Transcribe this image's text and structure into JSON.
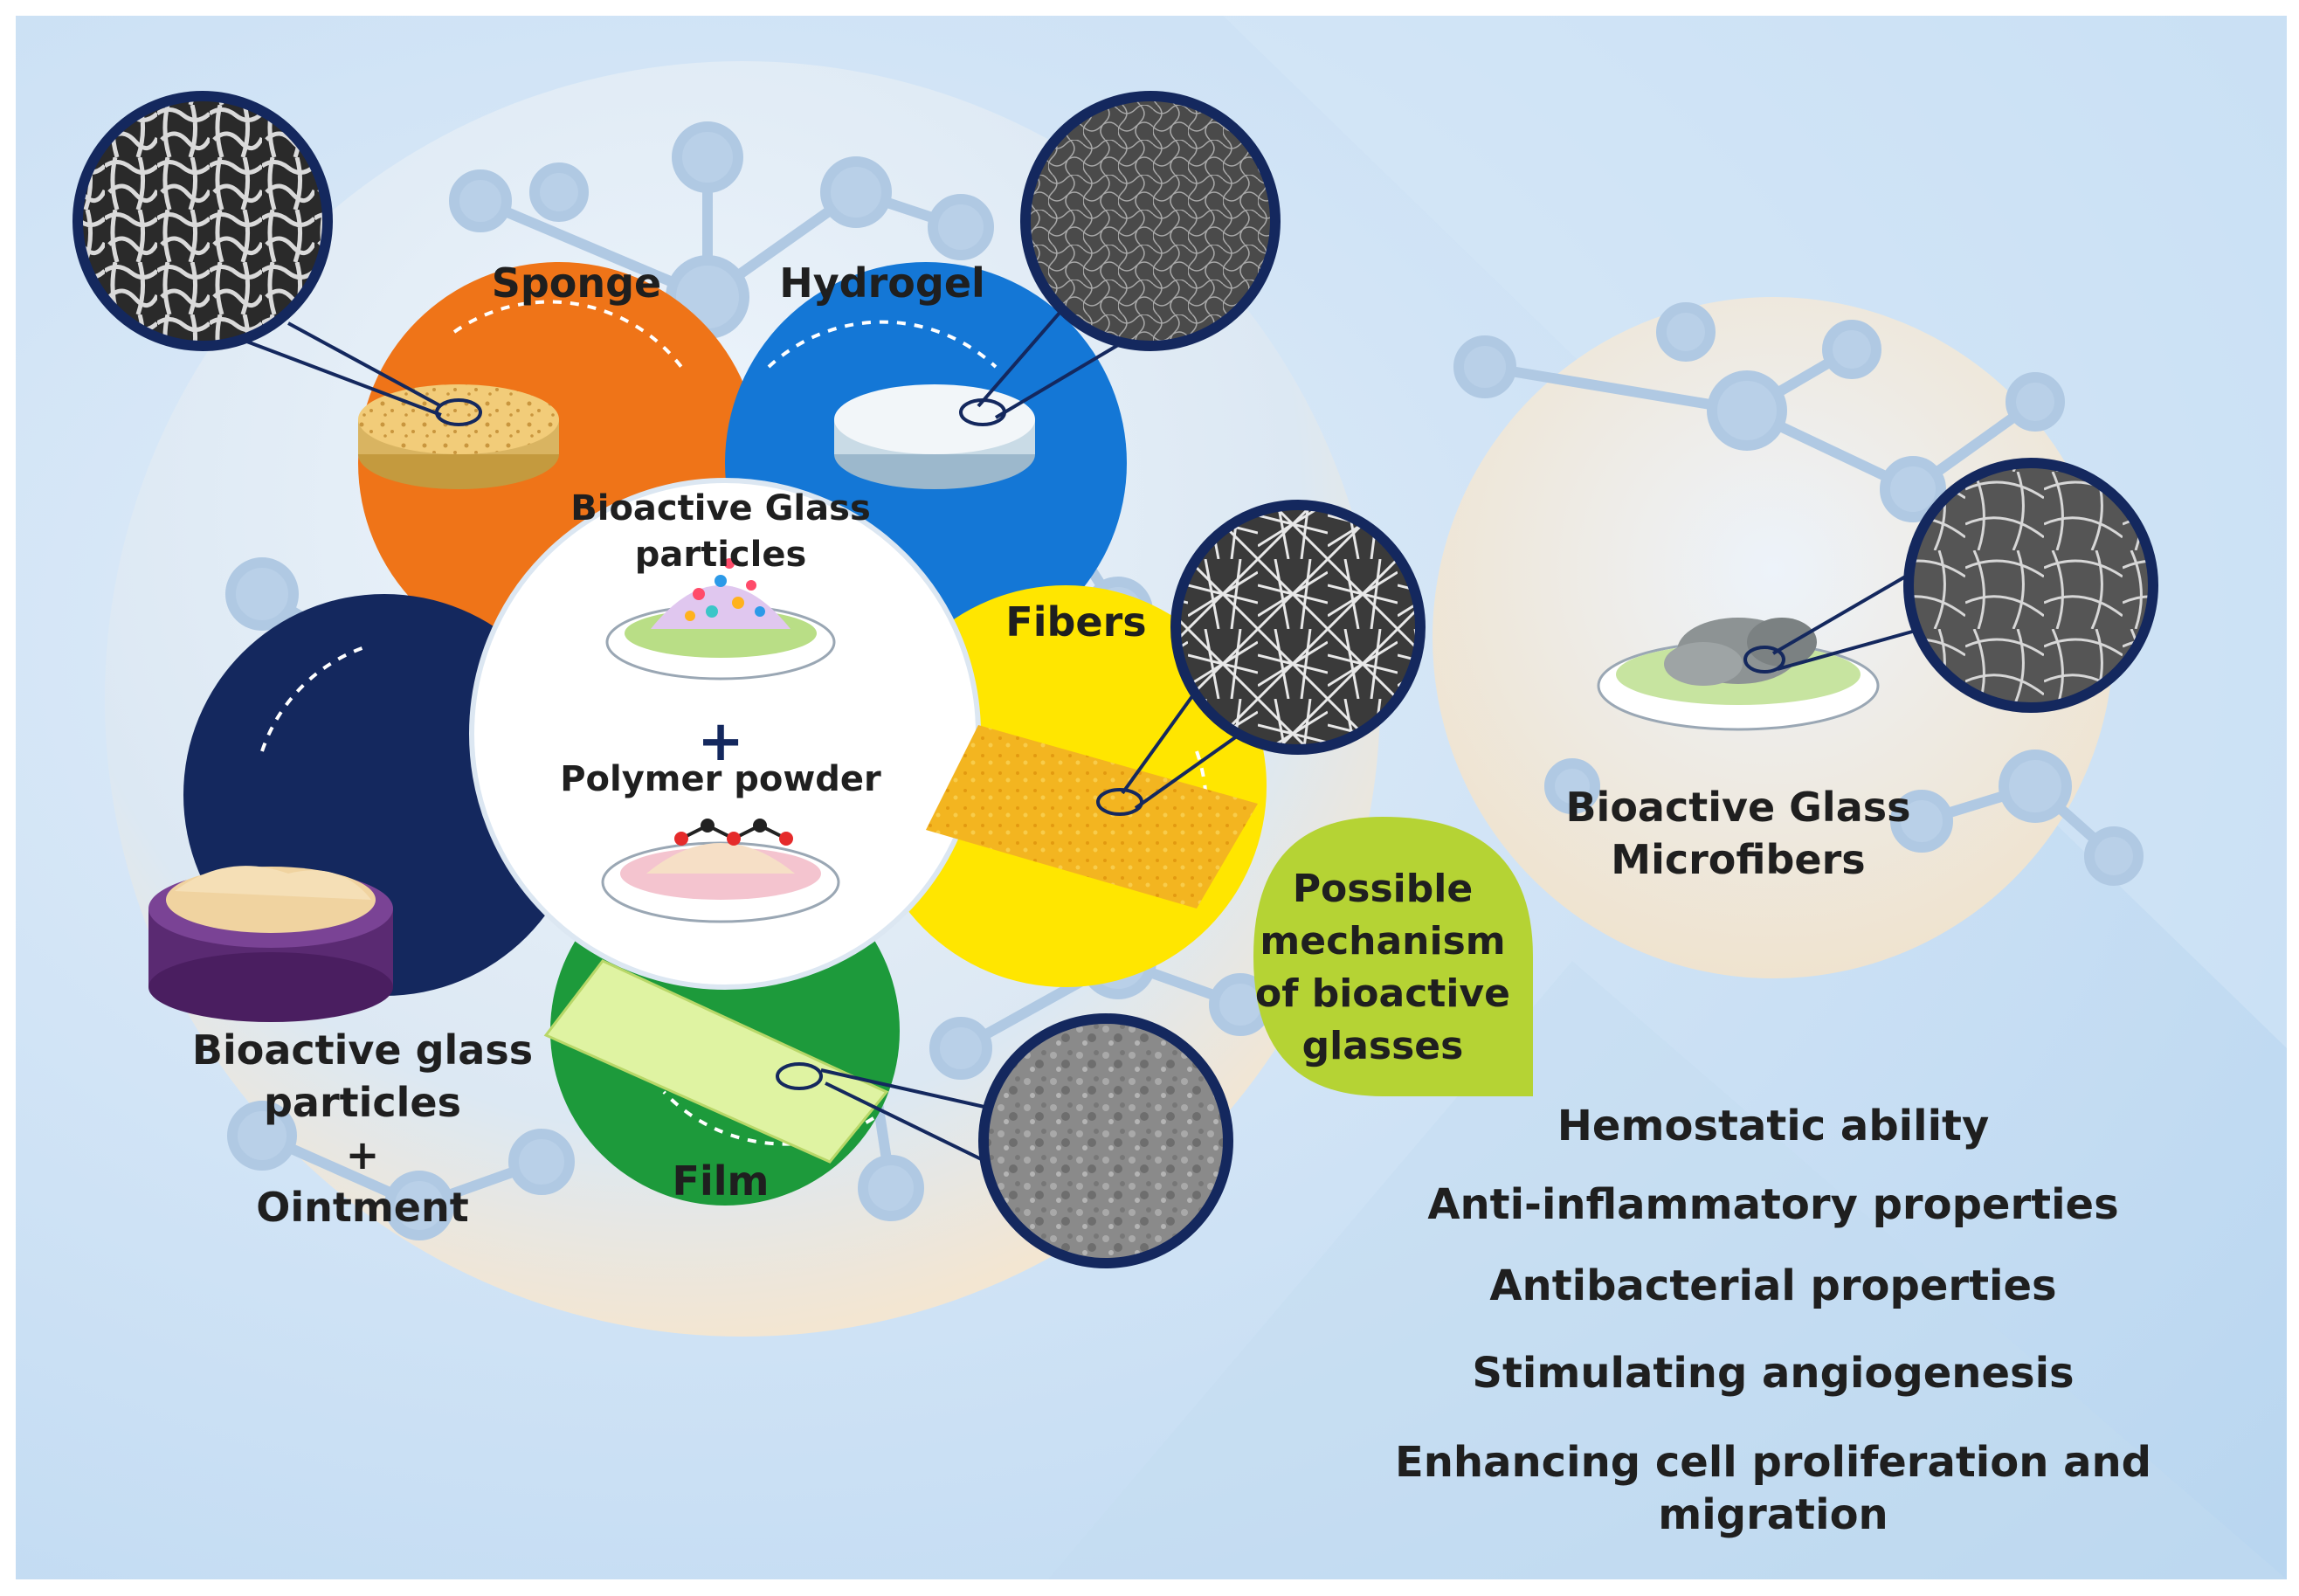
{
  "figure": {
    "forms": {
      "sponge": "Sponge",
      "hydrogel": "Hydrogel",
      "fibers": "Fibers",
      "film": "Film",
      "ointment": [
        "Bioactive glass",
        "particles",
        "+",
        "Ointment"
      ]
    },
    "center": {
      "glass": [
        "Bioactive Glass",
        "particles"
      ],
      "plus": "+",
      "polymer": "Polymer powder"
    },
    "microfibers": [
      "Bioactive Glass",
      "Microfibers"
    ],
    "mechanism": [
      "Possible",
      "mechanism",
      "of bioactive",
      "glasses"
    ],
    "properties": [
      "Hemostatic ability",
      "Anti-inflammatory properties",
      "Antibacterial properties",
      "Stimulating angiogenesis",
      "Enhancing cell proliferation and",
      "migration"
    ]
  },
  "colors": {
    "background": "#cfe3f5",
    "sponge": "#ef7418",
    "hydrogel": "#1477d6",
    "fibers": "#ffe600",
    "film": "#1d9a3b",
    "ointment": "#14285e",
    "mechanism": "#b5d334",
    "lens_border": "#14285e"
  }
}
